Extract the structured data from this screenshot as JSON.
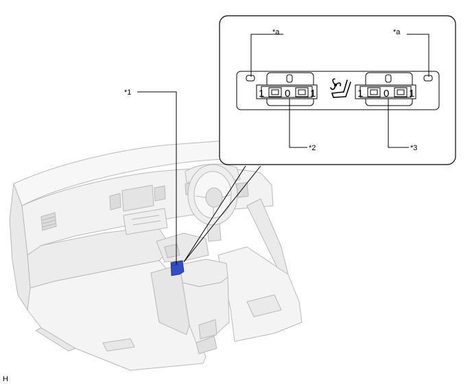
{
  "callouts": {
    "item_1": "*1",
    "item_2": "*2",
    "item_3": "*3",
    "item_a_left": "*a",
    "item_a_right": "*a"
  },
  "switch_panel": {
    "left_group": {
      "left_digit": "1",
      "center_digit": "0",
      "right_digit": "1"
    },
    "right_group": {
      "left_digit": "1",
      "center_digit": "0",
      "right_digit": "1"
    },
    "center_icon": "seat-ventilation-icon"
  },
  "footer_code": "H",
  "colors": {
    "highlight_part": "#2f4fc4",
    "line": "#000000",
    "interior_fill": "#f2f2f2",
    "interior_edge": "#b9b9b9"
  }
}
